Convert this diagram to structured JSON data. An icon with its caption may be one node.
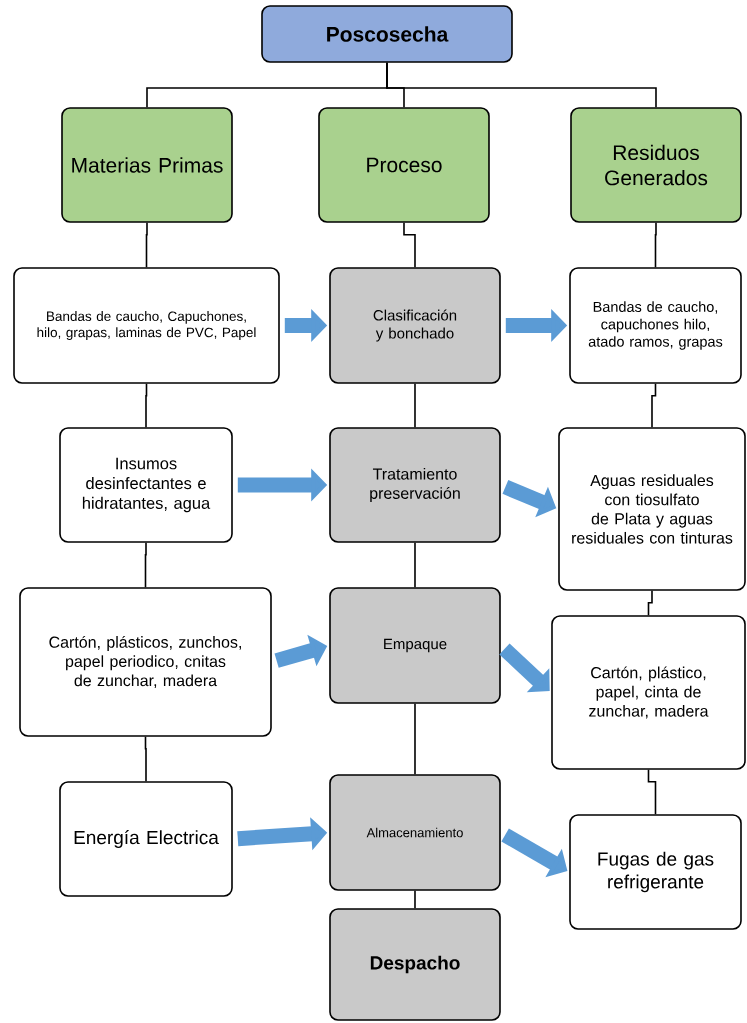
{
  "diagram": {
    "nodes": [
      {
        "text": [
          "Poscosecha"
        ]
      },
      {
        "text": [
          "Materias Primas"
        ]
      },
      {
        "text": [
          "Proceso"
        ]
      },
      {
        "text": [
          "Residuos Generados"
        ]
      },
      {
        "text": [
          "Bandas de caucho, Capuchones, hilo, grapas, laminas de PVC, Papel"
        ]
      },
      {
        "text": [
          "Clasificación y bonchado"
        ]
      },
      {
        "text": [
          "Bandas de caucho, capuchones hilo, atado ramos, grapas"
        ]
      },
      {
        "text": [
          "Insumos desinfectantes e hidratantes, agua"
        ]
      },
      {
        "text": [
          "Tratamiento preservación"
        ]
      },
      {
        "text": [
          "Aguas residuales con tiosulfato de Plata y aguas residuales con tinturas"
        ]
      },
      {
        "text": [
          "Cartón, plásticos, zunchos, papel periodico, cnitas de zunchar, madera"
        ]
      },
      {
        "text": [
          "Empaque"
        ]
      },
      {
        "text": [
          "Cartón, plástico, papel, cinta de zunchar, madera"
        ]
      },
      {
        "text": [
          "Energía Electrica"
        ]
      },
      {
        "text": [
          "Almacenamiento"
        ]
      },
      {
        "text": [
          "Fugas de gas refrigerante"
        ]
      },
      {
        "text": [
          "Despacho"
        ]
      }
    ],
    "edges": [
      {
        "from": 0,
        "to": 1,
        "arrow": "none"
      },
      {
        "from": 0,
        "to": 2,
        "arrow": "none"
      },
      {
        "from": 0,
        "to": 3,
        "arrow": "none"
      },
      {
        "from": 1,
        "to": 4,
        "arrow": "none"
      },
      {
        "from": 4,
        "to": 7,
        "arrow": "none"
      },
      {
        "from": 7,
        "to": 10,
        "arrow": "none"
      },
      {
        "from": 10,
        "to": 13,
        "arrow": "none"
      },
      {
        "from": 2,
        "to": 5,
        "arrow": "none"
      },
      {
        "from": 5,
        "to": 8,
        "arrow": "none"
      },
      {
        "from": 8,
        "to": 11,
        "arrow": "none"
      },
      {
        "from": 11,
        "to": 14,
        "arrow": "none"
      },
      {
        "from": 14,
        "to": 16,
        "arrow": "none"
      },
      {
        "from": 3,
        "to": 6,
        "arrow": "none"
      },
      {
        "from": 6,
        "to": 9,
        "arrow": "none"
      },
      {
        "from": 9,
        "to": 12,
        "arrow": "none"
      },
      {
        "from": 12,
        "to": 15,
        "arrow": "none"
      },
      {
        "from": 4,
        "to": 5,
        "arrow": "to",
        "style": "thick",
        "color": "#5b9bd5"
      },
      {
        "from": 5,
        "to": 6,
        "arrow": "to",
        "style": "thick",
        "color": "#5b9bd5"
      },
      {
        "from": 7,
        "to": 8,
        "arrow": "to",
        "style": "thick",
        "color": "#5b9bd5"
      },
      {
        "from": 8,
        "to": 9,
        "arrow": "to",
        "style": "thick",
        "color": "#5b9bd5"
      },
      {
        "from": 10,
        "to": 11,
        "arrow": "to",
        "style": "thick",
        "color": "#5b9bd5"
      },
      {
        "from": 11,
        "to": 12,
        "arrow": "to",
        "style": "thick",
        "color": "#5b9bd5"
      },
      {
        "from": 13,
        "to": 14,
        "arrow": "to",
        "style": "thick",
        "color": "#5b9bd5"
      },
      {
        "from": 14,
        "to": 15,
        "arrow": "to",
        "style": "thick",
        "color": "#5b9bd5"
      }
    ]
  }
}
